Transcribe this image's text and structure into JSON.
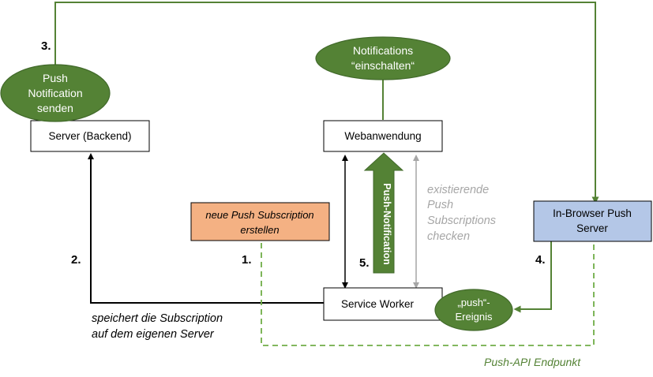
{
  "nodes": {
    "server": "Server (Backend)",
    "webapp": "Webanwendung",
    "service_worker": "Service Worker",
    "push_server": [
      "In-Browser Push",
      "Server"
    ],
    "new_subscription": [
      "neue Push Subscription",
      "erstellen"
    ]
  },
  "bubbles": {
    "push_send": [
      "Push",
      "Notification",
      "senden"
    ],
    "notifications_on": [
      "Notifications",
      "“einschalten“"
    ],
    "push_event": [
      "„push“-",
      "Ereignis"
    ]
  },
  "steps": {
    "s1": "1.",
    "s2": "2.",
    "s3": "3.",
    "s4": "4.",
    "s5": "5."
  },
  "labels": {
    "push_notification_arrow": "Push-Notification",
    "check_subscriptions": [
      "existierende",
      "Push",
      "Subscriptions",
      "checken"
    ],
    "save_subscription": [
      "speichert die Subscription",
      "auf dem eigenen Server"
    ],
    "endpoint": "Push-API Endpunkt"
  },
  "colors": {
    "green": "#548235",
    "green_dark": "#41692a",
    "orange": "#f4b183",
    "blue": "#b4c7e7",
    "gray": "#a6a6a6",
    "dashed_green": "#70ad47"
  }
}
